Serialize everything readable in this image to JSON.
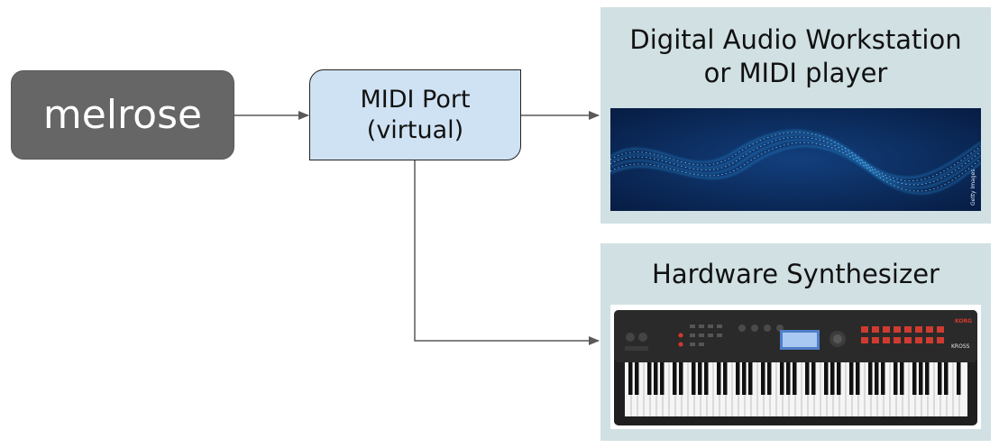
{
  "colors": {
    "melrose_fill": "#666666",
    "port_fill": "#cfe2f3",
    "panel_fill": "#d0e0e3",
    "connector": "#595959",
    "wave_background": "#0a2a5e",
    "wave_glow": "#2e9be6"
  },
  "nodes": {
    "melrose": {
      "label": "melrose"
    },
    "midi_port": {
      "line1": "MIDI Port",
      "line2": "(virtual)"
    }
  },
  "panels": {
    "daw": {
      "title_line1": "Digital Audio Workstation",
      "title_line2": "or MIDI player",
      "image": "blue-sound-wave-image"
    },
    "hardware": {
      "title": "Hardware Synthesizer",
      "image": "keyboard-synthesizer-image",
      "brand_label": "KROSS"
    }
  }
}
